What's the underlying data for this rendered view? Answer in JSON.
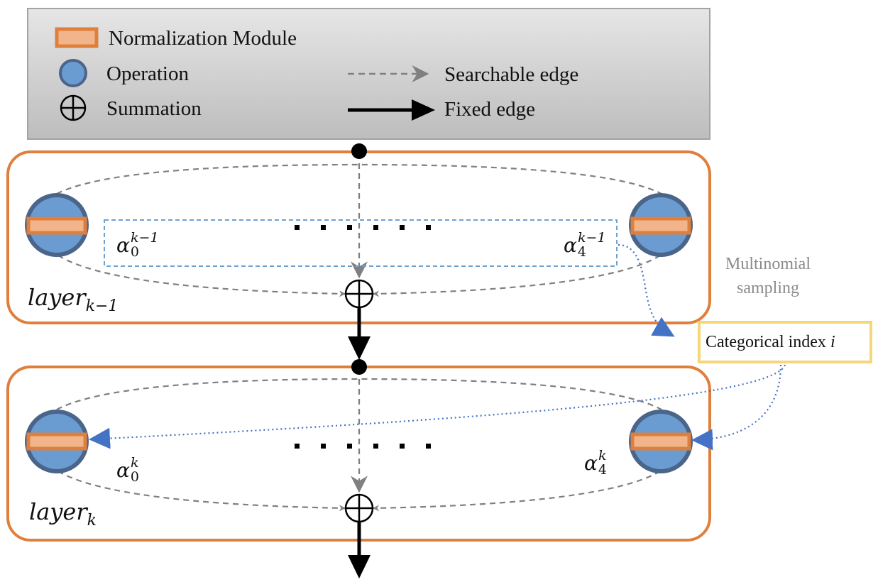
{
  "legend": {
    "normalization_module": "Normalization Module",
    "operation": "Operation",
    "summation": "Summation",
    "searchable_edge": "Searchable edge",
    "fixed_edge": "Fixed edge"
  },
  "layers": [
    {
      "label_base": "layer",
      "label_sub": "k−1",
      "alpha_left_sub": "0",
      "alpha_left_sup": "k−1",
      "alpha_right_sub": "4",
      "alpha_right_sup": "k−1",
      "ellipsis": "· · · · · · ·"
    },
    {
      "label_base": "layer",
      "label_sub": "k",
      "alpha_left_sub": "0",
      "alpha_left_sup": "k",
      "alpha_right_sub": "4",
      "alpha_right_sup": "k",
      "ellipsis": "· · · · · · ·"
    }
  ],
  "alpha_symbol": "α",
  "sampling": {
    "line1": "Multinomial",
    "line2": "sampling"
  },
  "categorical": {
    "text": "Categorical  index ",
    "var": "i"
  },
  "colors": {
    "legend_bg": "#c9c9c9",
    "layer_border": "#e07f3c",
    "op_fill": "#6a9bd1",
    "op_stroke": "#4a6589",
    "norm_fill": "#f2b48a",
    "norm_stroke": "#e07f3c",
    "sampling_arrow": "#4472c4",
    "cat_box": "#f5d77a",
    "searchable": "#808080"
  }
}
